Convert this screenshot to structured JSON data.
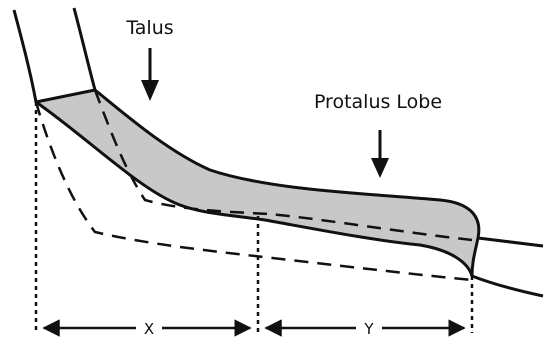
{
  "labels": {
    "talus": "Talus",
    "protalus_lobe": "Protalus Lobe",
    "x": "X",
    "y": "Y"
  },
  "colors": {
    "ink": "#111111",
    "fill": "#c8c8c8",
    "background": "#ffffff"
  }
}
